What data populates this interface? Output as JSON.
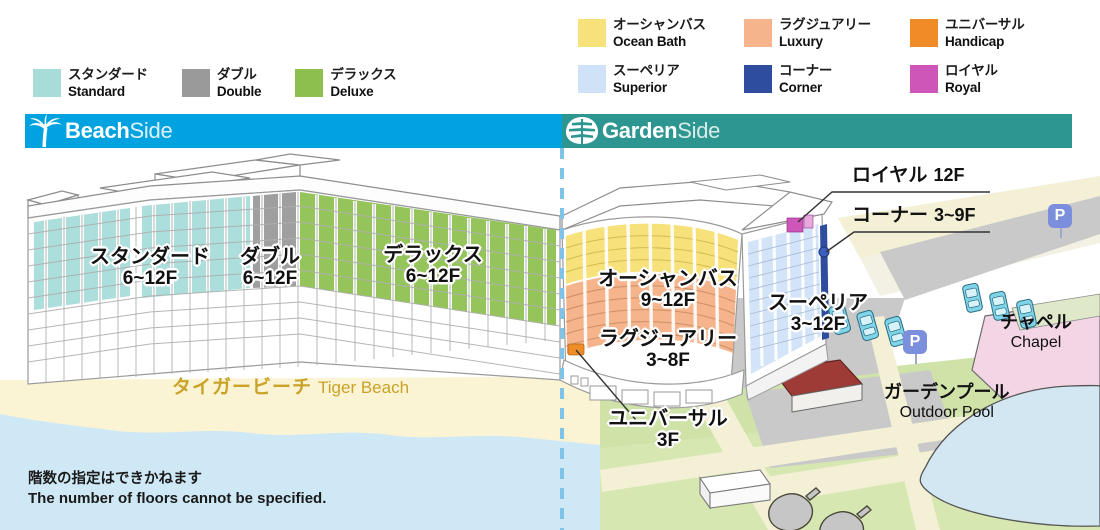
{
  "legend_left": {
    "items": [
      {
        "jp": "スタンダード",
        "en": "Standard",
        "color": "#a8dcd9"
      },
      {
        "jp": "ダブル",
        "en": "Double",
        "color": "#9a9a9a"
      },
      {
        "jp": "デラックス",
        "en": "Deluxe",
        "color": "#8cbf4d"
      }
    ]
  },
  "legend_right": {
    "rows": [
      [
        {
          "jp": "オーシャンバス",
          "en": "Ocean Bath",
          "color": "#f7e17a"
        },
        {
          "jp": "ラグジュアリー",
          "en": "Luxury",
          "color": "#f6b48c"
        },
        {
          "jp": "ユニバーサル",
          "en": "Handicap",
          "color": "#f08c28"
        }
      ],
      [
        {
          "jp": "スーペリア",
          "en": "Superior",
          "color": "#cfe2f7"
        },
        {
          "jp": "コーナー",
          "en": "Corner",
          "color": "#2e4d9e"
        },
        {
          "jp": "ロイヤル",
          "en": "Royal",
          "color": "#cd56b8"
        }
      ]
    ]
  },
  "banners": {
    "beach": {
      "bold": "Beach",
      "light": "Side",
      "color": "#00a3e0",
      "icon": "palm-tree-icon"
    },
    "garden": {
      "bold": "Garden",
      "light": "Side",
      "color": "#2e9690",
      "icon": "monstera-leaf-icon"
    }
  },
  "building_labels": [
    {
      "jp": "スタンダード",
      "floors": "6~12F"
    },
    {
      "jp": "ダブル",
      "floors": "6~12F"
    },
    {
      "jp": "デラックス",
      "floors": "6~12F"
    },
    {
      "jp": "オーシャンバス",
      "floors": "9~12F"
    },
    {
      "jp": "ラグジュアリー",
      "floors": "3~8F"
    },
    {
      "jp": "スーペリア",
      "floors": "3~12F"
    },
    {
      "jp": "ユニバーサル",
      "floors": "3F"
    }
  ],
  "callouts": [
    {
      "jp": "ロイヤル",
      "floors": "12F"
    },
    {
      "jp": "コーナー",
      "floors": "3~9F"
    }
  ],
  "place_labels": {
    "beach": {
      "jp": "タイガービーチ",
      "en": "Tiger Beach",
      "color": "#c9a227"
    },
    "chapel": {
      "jp": "チャペル",
      "en": "Chapel"
    },
    "pool": {
      "jp": "ガーデンプール",
      "en": "Outdoor Pool"
    }
  },
  "parking_marker": "P",
  "footnote": {
    "jp": "階数の指定はできかねます",
    "en": "The number of floors cannot be specified."
  },
  "palette": {
    "sea": "#cfe8f5",
    "sand": "#fbf4d4",
    "grass": "#cfe2a8",
    "grass_light": "#dcebc0",
    "road": "#f2f0d8",
    "asphalt": "#c9c9c9",
    "pool_water": "#cfe5f2",
    "chapel_roof": "#f2d3e4",
    "car": "#7fd4e8",
    "tent_roof": "#9e3b36",
    "divider": "#7fc4e8"
  }
}
